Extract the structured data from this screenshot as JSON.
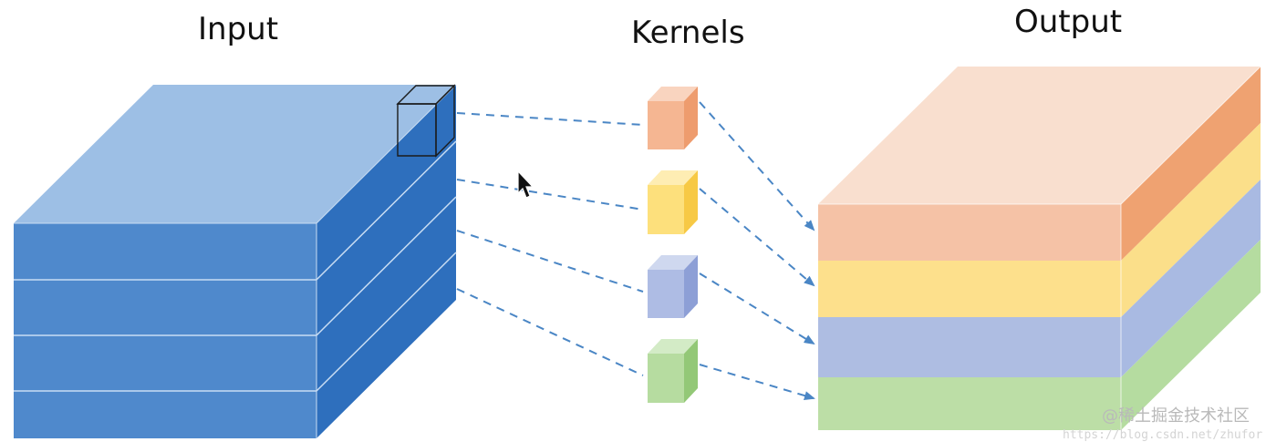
{
  "titles": {
    "input": "Input",
    "kernels": "Kernels",
    "output": "Output"
  },
  "watermark": {
    "text": "@稀土掘金技术社区",
    "url": "https://blog.csdn.net/zhufor"
  },
  "input_block": {
    "layers": 4,
    "colors": {
      "top": "#9dbfe5",
      "front": "#4f89cc",
      "side": "#2e6fbd",
      "divider": "#c9ddf3"
    }
  },
  "kernels": [
    {
      "name": "orange",
      "front": "#f5b692",
      "side": "#ee9c6e",
      "top": "#f9d4bf"
    },
    {
      "name": "yellow",
      "front": "#fde07c",
      "side": "#f7c945",
      "top": "#feedb3"
    },
    {
      "name": "blue",
      "front": "#aebce4",
      "side": "#8d9fd6",
      "top": "#cfd8ef"
    },
    {
      "name": "green",
      "front": "#b6dca0",
      "side": "#93c877",
      "top": "#d3ebc6"
    }
  ],
  "output_layers": [
    {
      "name": "orange",
      "front": "#f5c2a6",
      "side": "#efa271",
      "top": "#f9dfcf"
    },
    {
      "name": "yellow",
      "front": "#fde08c",
      "side": "#fbdf8a"
    },
    {
      "name": "blue",
      "front": "#aebde2",
      "side": "#a9bae2"
    },
    {
      "name": "green",
      "front": "#bcdea6",
      "side": "#b5dca0"
    }
  ],
  "arrow_color": "#4a86c5",
  "cursor_icon": "arrow-cursor-icon"
}
